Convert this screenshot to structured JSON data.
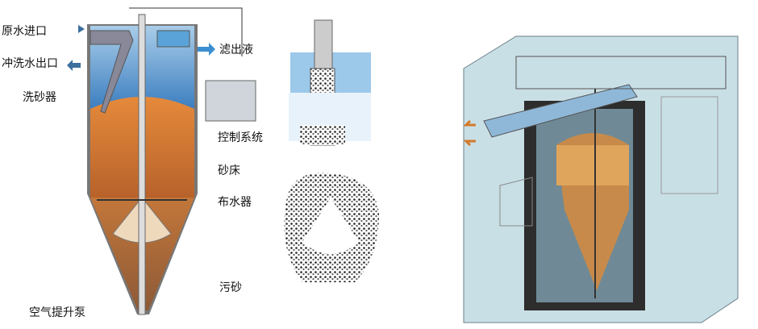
{
  "labels": {
    "raw_water_inlet": "原水进口",
    "wash_water_outlet": "冲洗水出口",
    "sand_washer": "洗砂器",
    "filtrate": "滤出液",
    "control_system": "控制系统",
    "sand_bed": "砂床",
    "water_distributor": "布水器",
    "dirty_sand": "污砂",
    "air_lift_pump": "空气提升泵"
  },
  "colors": {
    "water": "#3d7fc1",
    "sand": "#d9782f",
    "dirty_sand": "#a0643a",
    "tank_3d": "#c9dfe6"
  }
}
